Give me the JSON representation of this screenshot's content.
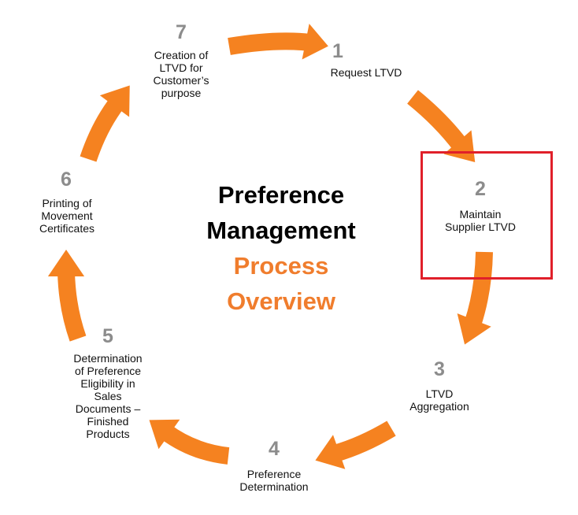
{
  "colors": {
    "arrow": "#f58220",
    "number": "#8c8c8c",
    "title_dark": "#000000",
    "title_accent": "#f07d2d",
    "highlight": "#e0202a"
  },
  "title": {
    "line1": "Preference",
    "line2": "Management",
    "line3": "Process",
    "line4": "Overview"
  },
  "steps": [
    {
      "number": "1",
      "label": "Request LTVD"
    },
    {
      "number": "2",
      "label": "Maintain\nSupplier LTVD"
    },
    {
      "number": "3",
      "label": "LTVD\nAggregation"
    },
    {
      "number": "4",
      "label": "Preference\nDetermination"
    },
    {
      "number": "5",
      "label": "Determination\nof Preference\nEligibility in\nSales\nDocuments –\nFinished\nProducts"
    },
    {
      "number": "6",
      "label": "Printing of\nMovement\nCertificates"
    },
    {
      "number": "7",
      "label": "Creation of\nLTVD for\nCustomer’s\npurpose"
    }
  ],
  "highlighted_step": "2"
}
